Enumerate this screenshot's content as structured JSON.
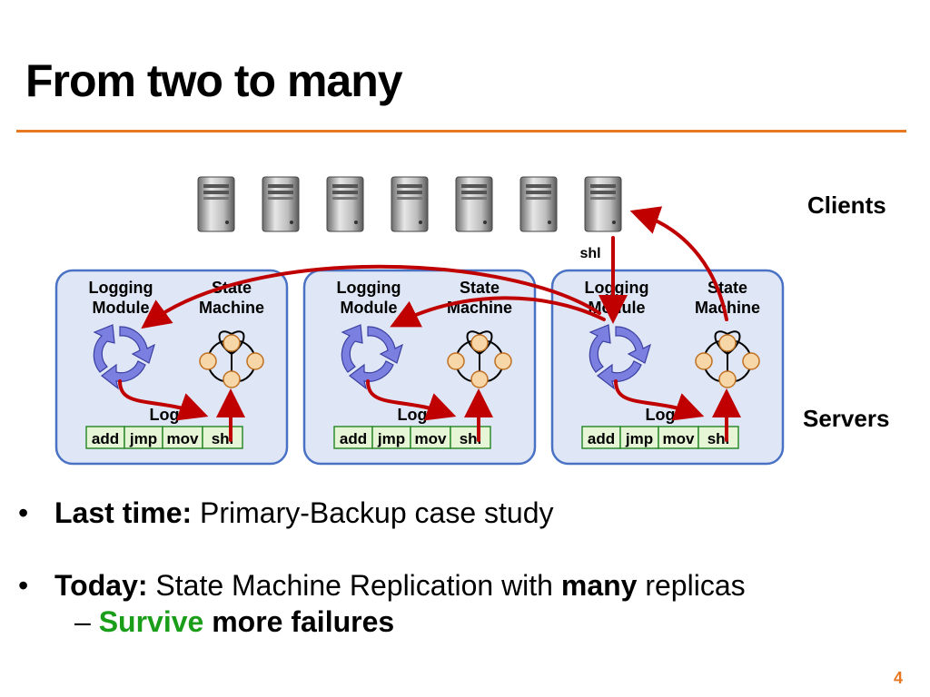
{
  "slide": {
    "title": "From two to many",
    "page_number": "4",
    "accent_color": "#e87722"
  },
  "diagram": {
    "clients_label": "Clients",
    "servers_label": "Servers",
    "client_count": 7,
    "request_label": "shl",
    "servers": [
      {
        "logging_module": [
          "Logging",
          "Module"
        ],
        "state_machine": [
          "State",
          "Machine"
        ],
        "log_label": "Log",
        "log_entries": [
          "add",
          "jmp",
          "mov",
          "shl"
        ]
      },
      {
        "logging_module": [
          "Logging",
          "Module"
        ],
        "state_machine": [
          "State",
          "Machine"
        ],
        "log_label": "Log",
        "log_entries": [
          "add",
          "jmp",
          "mov",
          "shl"
        ]
      },
      {
        "logging_module": [
          "Logging",
          "Module"
        ],
        "state_machine": [
          "State",
          "Machine"
        ],
        "log_label": "Log",
        "log_entries": [
          "add",
          "jmp",
          "mov",
          "shl"
        ]
      }
    ],
    "colors": {
      "server_fill": "#dfe6f5",
      "server_border": "#4a72c4",
      "arrow": "#c00000",
      "log_fill": "#e6f5d6",
      "log_border": "#2e8b2e",
      "state_node": "#f7d6a8",
      "module_icon": "#7a7fe0"
    }
  },
  "bullets": [
    {
      "bold": "Last time:",
      "text": " Primary-Backup case study"
    },
    {
      "bold": "Today:",
      "text": " State Machine Replication with ",
      "bold2": "many",
      "text2": " replicas"
    }
  ],
  "sub_bullet": {
    "dash": "–",
    "green": "Survive",
    "bold": " more failures"
  }
}
